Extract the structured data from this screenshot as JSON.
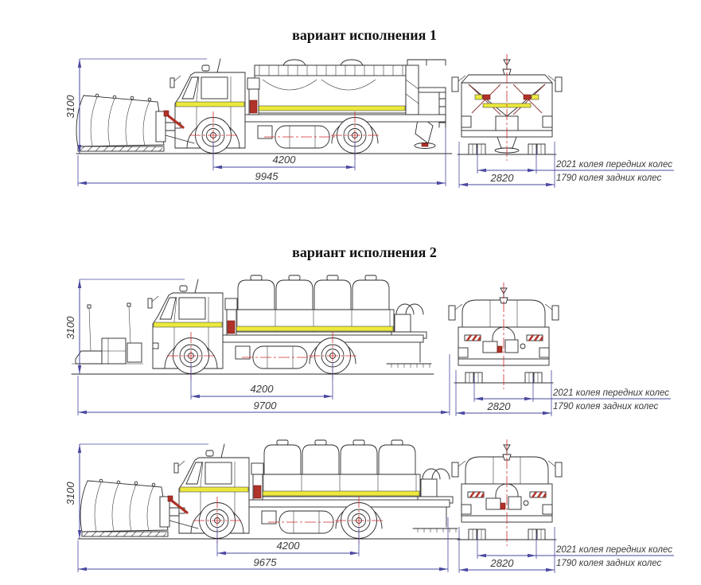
{
  "titles": {
    "variant1": "вариант исполнения 1",
    "variant2": "вариант исполнения 2"
  },
  "v1": {
    "height": "3100",
    "wheelbase": "4200",
    "length": "9945",
    "width": "2820",
    "front_track": "2021 колея передних колес",
    "rear_track": "1790 колея задних колес"
  },
  "v2a": {
    "height": "3100",
    "wheelbase": "4200",
    "length": "9700",
    "width": "2820",
    "front_track": "2021 колея передних колес",
    "rear_track": "1790 колея задних колес"
  },
  "v2b": {
    "height": "3100",
    "wheelbase": "4200",
    "length": "9675",
    "width": "2820",
    "front_track": "2021 колея передних колес",
    "rear_track": "1790 колея задних колес"
  },
  "colors": {
    "dim": "#4a4aa0",
    "center": "#cf2b2b",
    "yellow": "#ece93e",
    "red_part": "#b03228",
    "maroon": "#8a3030",
    "line": "#2b2b2b"
  }
}
